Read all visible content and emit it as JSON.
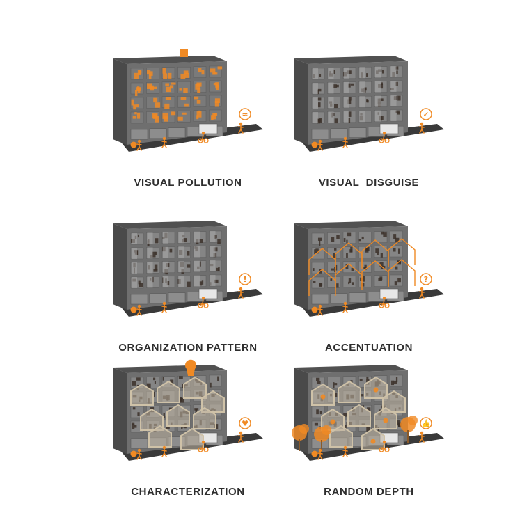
{
  "colors": {
    "accent": "#f08a24",
    "facade": "#6f6f6f",
    "roof": "#515151",
    "side": "#4a4a4a",
    "ground": "#3a3a3a",
    "frame": "#cfc2a8",
    "caption": "#2e2e2e"
  },
  "panels": [
    {
      "caption": "VISUAL POLLUTION",
      "variant": "pollution",
      "bubble_glyph": "≈"
    },
    {
      "caption": "VISUAL  DISGUISE",
      "variant": "disguise",
      "bubble_glyph": "✓"
    },
    {
      "caption": "ORGANIZATION PATTERN",
      "variant": "pattern",
      "bubble_glyph": "!"
    },
    {
      "caption": "ACCENTUATION",
      "variant": "accent",
      "bubble_glyph": "?"
    },
    {
      "caption": "CHARACTERIZATION",
      "variant": "character",
      "bubble_glyph": "♥"
    },
    {
      "caption": "RANDOM DEPTH",
      "variant": "depth",
      "bubble_glyph": "👍"
    }
  ]
}
